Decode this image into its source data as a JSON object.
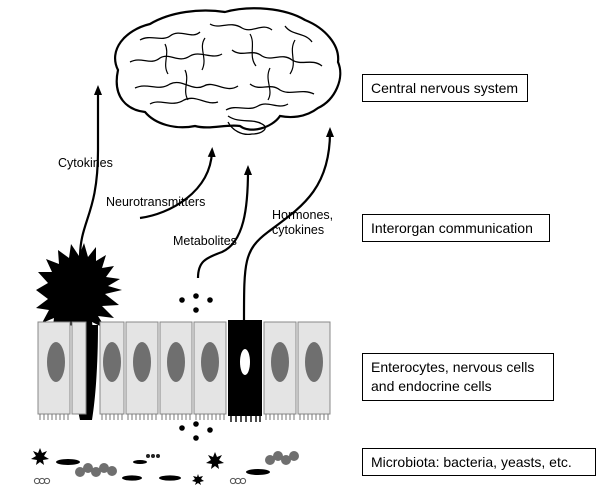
{
  "layers": {
    "cns": "Central nervous system",
    "interorgan": "Interorgan communication",
    "cells_line1": "Enterocytes, nervous cells",
    "cells_line2": "and endocrine cells",
    "microbiota": "Microbiota: bacteria, yeasts, etc."
  },
  "arrows": {
    "cytokines": "Cytokines",
    "neurotransmitters": "Neurotransmitters",
    "metabolites": "Metabolites",
    "hormones_line1": "Hormones,",
    "hormones_line2": "cytokines"
  },
  "colors": {
    "cell_fill": "#e4e4e4",
    "nucleus": "#6f6f6f",
    "ink": "#000000"
  }
}
